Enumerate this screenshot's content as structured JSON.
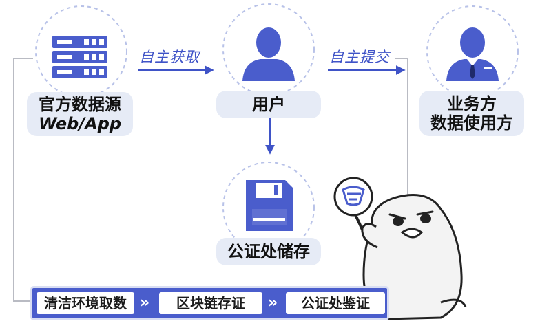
{
  "nodes": {
    "source": {
      "line1": "官方数据源",
      "line2": "Web/App",
      "icon": "server-rack-icon"
    },
    "user": {
      "label": "用户",
      "icon": "user-silhouette-icon"
    },
    "business": {
      "line1": "业务方",
      "line2": "数据使用方",
      "icon": "business-person-icon"
    },
    "notary": {
      "label": "公证处储存",
      "icon": "floppy-disk-icon"
    }
  },
  "edges": {
    "source_to_user": "自主获取",
    "user_to_business": "自主提交"
  },
  "pipeline": {
    "steps": [
      "清洁环境取数",
      "区块链存证",
      "公证处鉴证"
    ],
    "separator": "»"
  },
  "mascot": {
    "name": "penguin-mascot",
    "badge_icon": "shield-logo-icon"
  },
  "colors": {
    "accent": "#4a5dcc",
    "label_bg": "#e6ebf6",
    "dashed": "#b8c2e8",
    "line": "#b9bbc3"
  }
}
